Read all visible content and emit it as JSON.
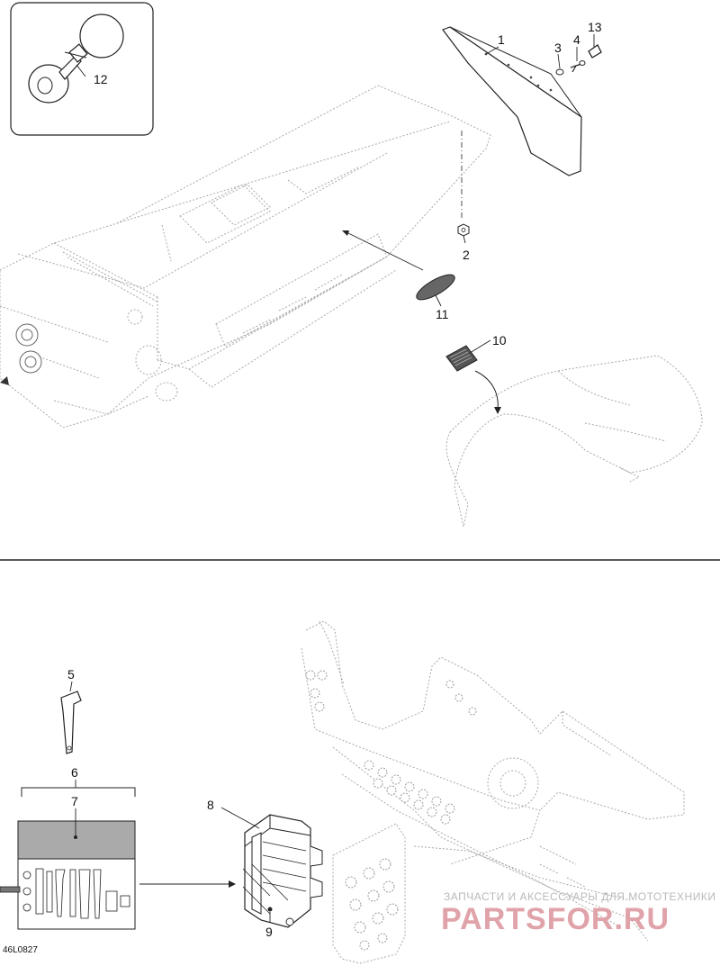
{
  "diagram": {
    "reference_code": "46L0827",
    "callouts": [
      {
        "id": "c1",
        "label": "1"
      },
      {
        "id": "c2",
        "label": "2"
      },
      {
        "id": "c3",
        "label": "3"
      },
      {
        "id": "c4",
        "label": "4"
      },
      {
        "id": "c5",
        "label": "5"
      },
      {
        "id": "c6",
        "label": "6"
      },
      {
        "id": "c7",
        "label": "7"
      },
      {
        "id": "c8",
        "label": "8"
      },
      {
        "id": "c9",
        "label": "9"
      },
      {
        "id": "c10",
        "label": "10"
      },
      {
        "id": "c11",
        "label": "11"
      },
      {
        "id": "c12",
        "label": "12"
      },
      {
        "id": "c13",
        "label": "13"
      }
    ]
  },
  "watermark": {
    "line1": "ЗАПЧАСТИ И АКСЕССУАРЫ ДЛЯ МОТОТЕХНИКИ",
    "line2": "PARTSFOR.RU",
    "accent_color": "#d9737f",
    "grey_color": "#b9b9b9"
  }
}
